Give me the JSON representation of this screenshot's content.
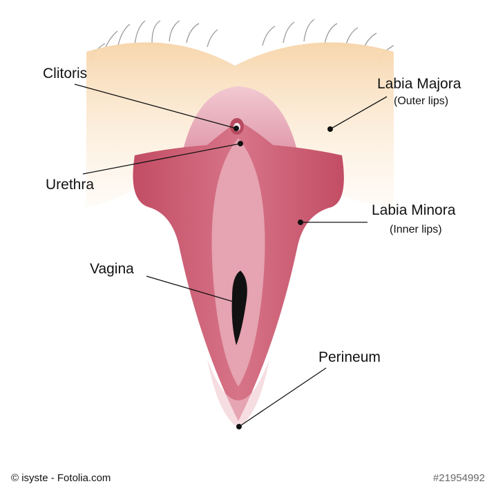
{
  "labels": {
    "clitoris": "Clitoris",
    "urethra": "Urethra",
    "vagina": "Vagina",
    "labia_majora": "Labia Majora",
    "labia_majora_sub": "(Outer lips)",
    "labia_minora": "Labia Minora",
    "labia_minora_sub": "(Inner lips)",
    "perineum": "Perineum"
  },
  "credits": {
    "copyright": "© isyste - Fotolia.com",
    "image_id": "#21954992"
  },
  "colors": {
    "skin": "#f8dcb6",
    "inner": "#c7576c",
    "pink": "#e7a8b6"
  }
}
